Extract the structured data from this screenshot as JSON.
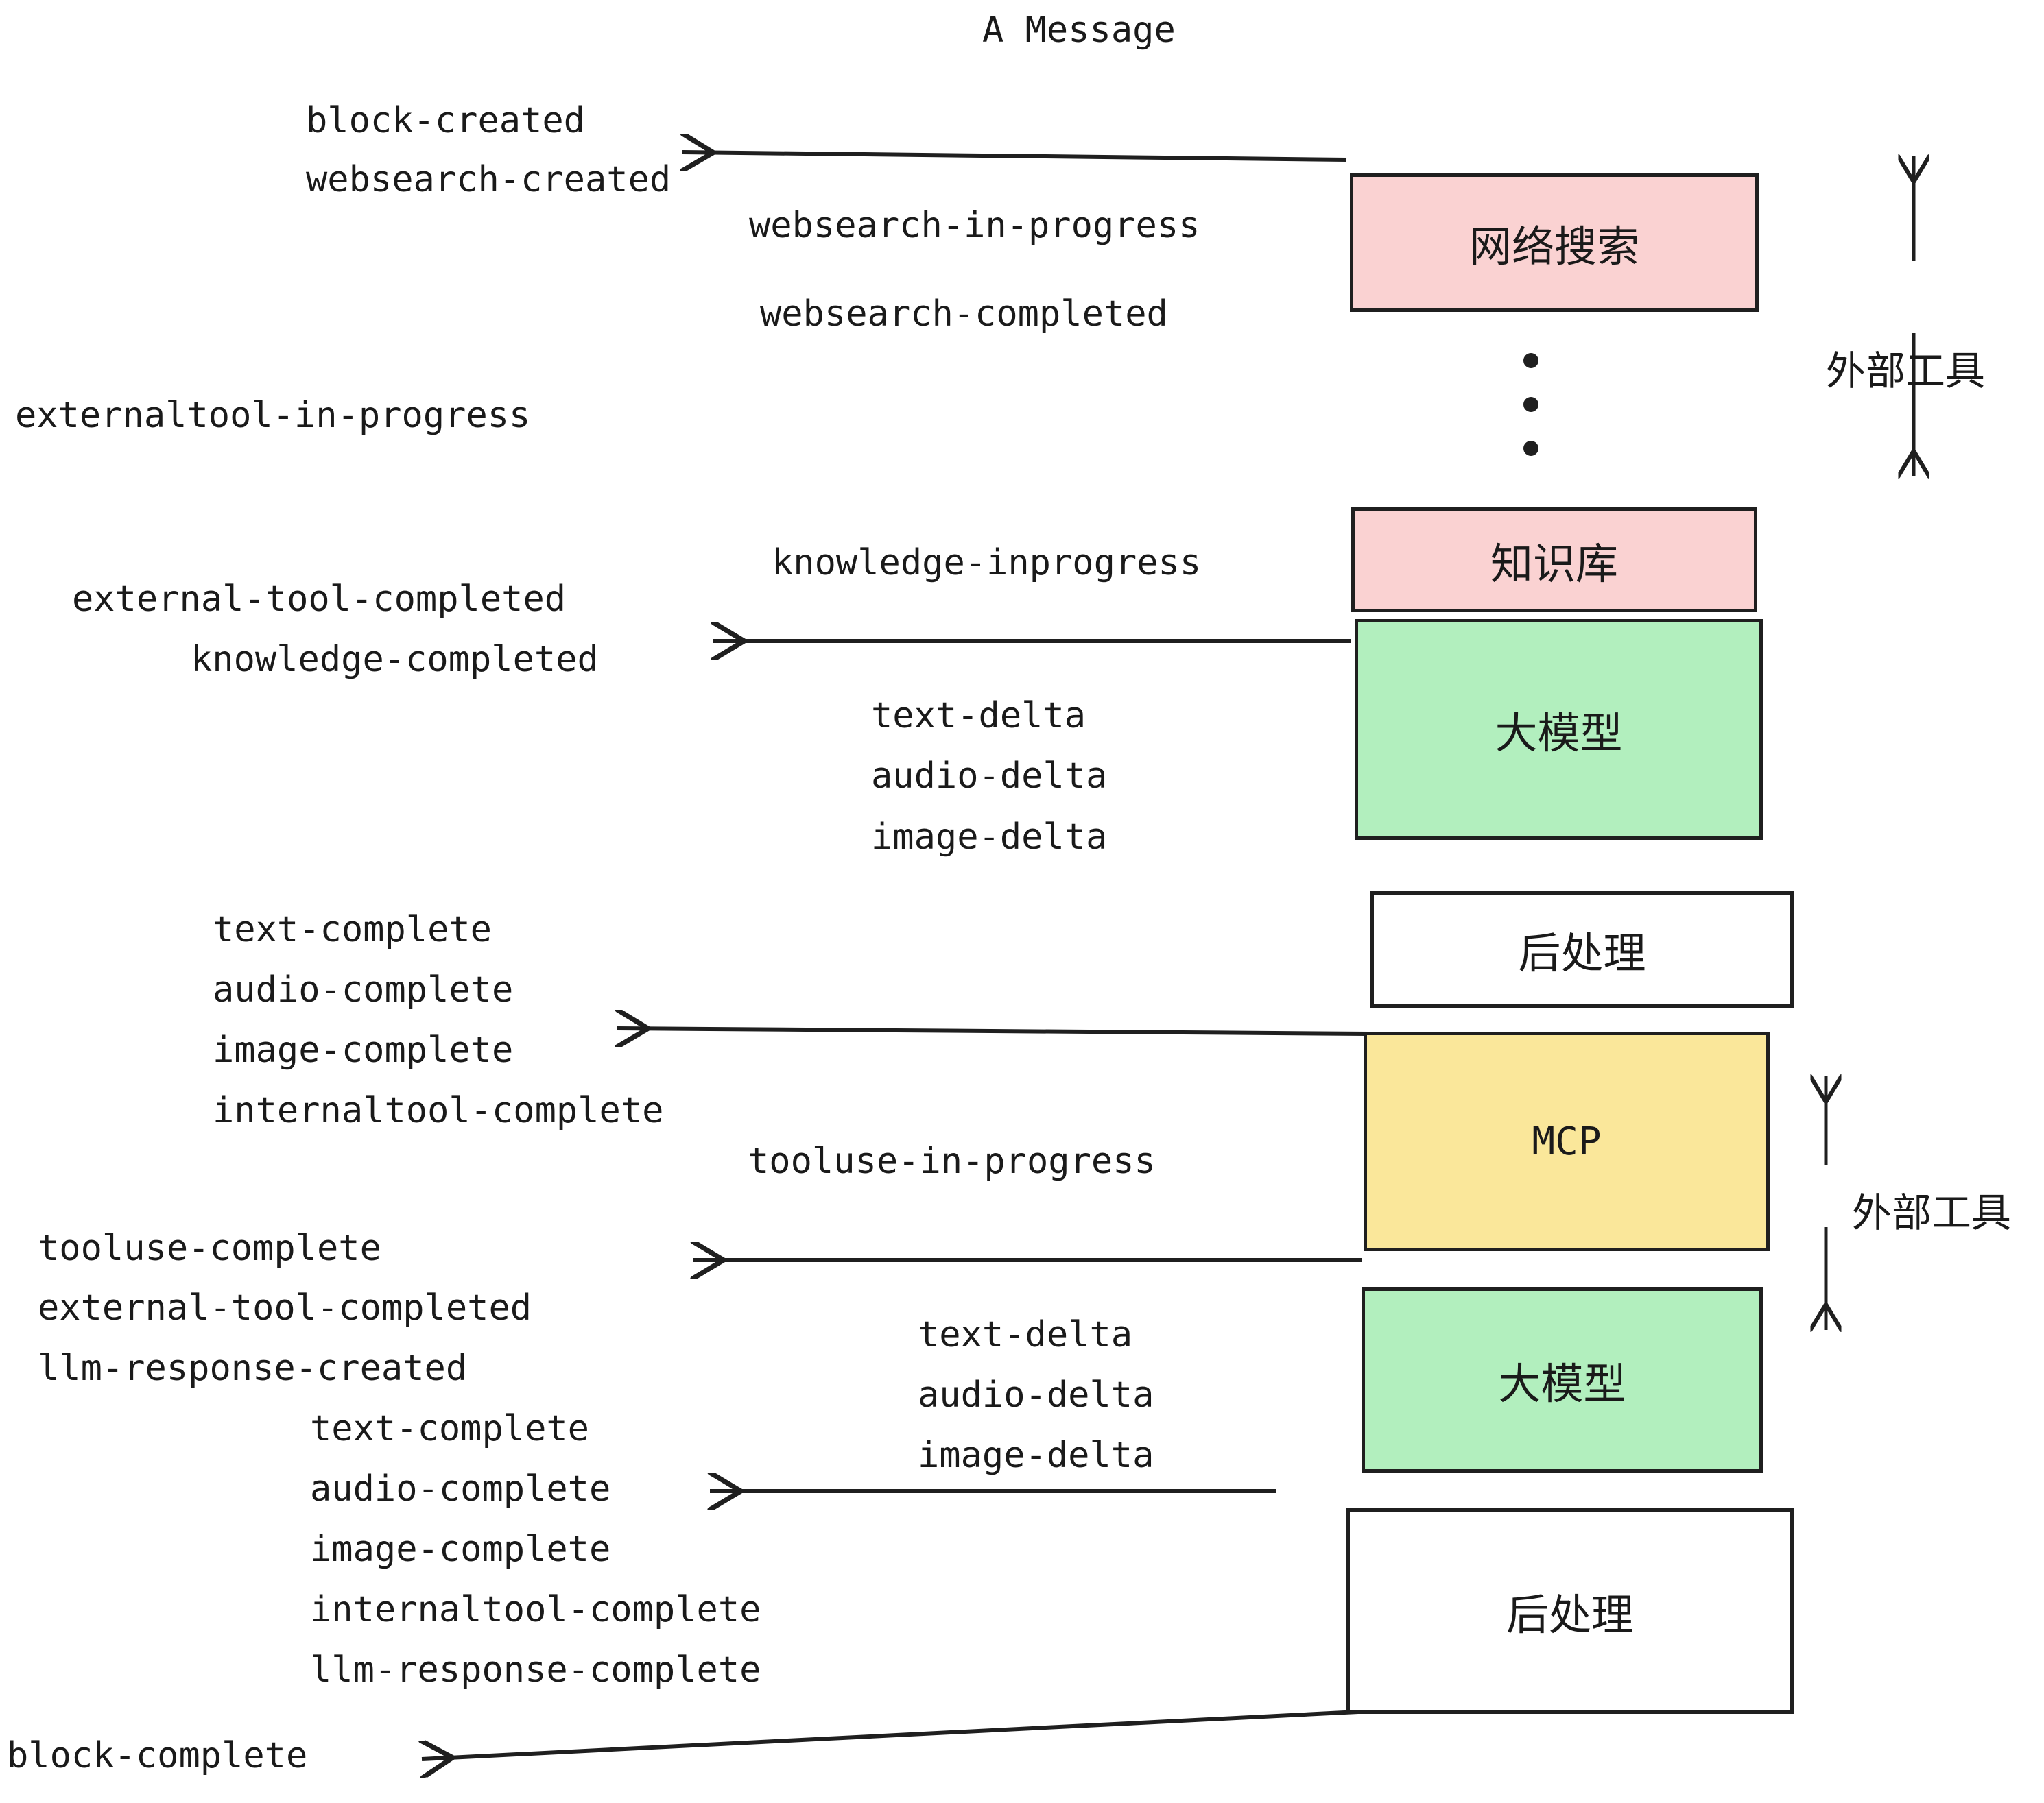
{
  "title": "A Message",
  "colors": {
    "pink": "#fad2d2",
    "green": "#b2efbe",
    "yellow": "#fae79a",
    "white": "#ffffff",
    "stroke": "#1f1f1f",
    "text": "#1a1a1a"
  },
  "nodes": [
    {
      "id": "websearch",
      "label": "网络搜索",
      "fill": "pink",
      "mono": false
    },
    {
      "id": "knowledge",
      "label": "知识库",
      "fill": "pink",
      "mono": false
    },
    {
      "id": "llm1",
      "label": "大模型",
      "fill": "green",
      "mono": false
    },
    {
      "id": "post1",
      "label": "后处理",
      "fill": "white",
      "mono": false
    },
    {
      "id": "mcp",
      "label": "MCP",
      "fill": "yellow",
      "mono": true
    },
    {
      "id": "llm2",
      "label": "大模型",
      "fill": "green",
      "mono": false
    },
    {
      "id": "post2",
      "label": "后处理",
      "fill": "white",
      "mono": false
    }
  ],
  "side_labels": [
    {
      "id": "external-tool-top",
      "label": "外部工具"
    },
    {
      "id": "external-tool-bottom",
      "label": "外部工具"
    }
  ],
  "events": [
    {
      "id": "block-created",
      "text": "block-created"
    },
    {
      "id": "websearch-created",
      "text": "websearch-created"
    },
    {
      "id": "websearch-in-progress",
      "text": "websearch-in-progress"
    },
    {
      "id": "websearch-completed",
      "text": "websearch-completed"
    },
    {
      "id": "externaltool-in-progress",
      "text": "externaltool-in-progress"
    },
    {
      "id": "knowledge-inprogress",
      "text": "knowledge-inprogress"
    },
    {
      "id": "external-tool-completed-1",
      "text": "external-tool-completed"
    },
    {
      "id": "knowledge-completed",
      "text": "knowledge-completed"
    },
    {
      "id": "text-delta-1",
      "text": "text-delta"
    },
    {
      "id": "audio-delta-1",
      "text": "audio-delta"
    },
    {
      "id": "image-delta-1",
      "text": "image-delta"
    },
    {
      "id": "text-complete-1",
      "text": "text-complete"
    },
    {
      "id": "audio-complete-1",
      "text": "audio-complete"
    },
    {
      "id": "image-complete-1",
      "text": "image-complete"
    },
    {
      "id": "internaltool-complete-1",
      "text": "internaltool-complete"
    },
    {
      "id": "tooluse-in-progress",
      "text": "tooluse-in-progress"
    },
    {
      "id": "tooluse-complete",
      "text": "tooluse-complete"
    },
    {
      "id": "external-tool-completed-2",
      "text": "external-tool-completed"
    },
    {
      "id": "llm-response-created",
      "text": "llm-response-created"
    },
    {
      "id": "text-delta-2",
      "text": "text-delta"
    },
    {
      "id": "audio-delta-2",
      "text": "audio-delta"
    },
    {
      "id": "image-delta-2",
      "text": "image-delta"
    },
    {
      "id": "text-complete-2",
      "text": "text-complete"
    },
    {
      "id": "audio-complete-2",
      "text": "audio-complete"
    },
    {
      "id": "image-complete-2",
      "text": "image-complete"
    },
    {
      "id": "internaltool-complete-2",
      "text": "internaltool-complete"
    },
    {
      "id": "llm-response-complete",
      "text": "llm-response-complete"
    },
    {
      "id": "block-complete",
      "text": "block-complete"
    }
  ],
  "ellipsis": {
    "id": "vertical-ellipsis",
    "dot_count": 3
  }
}
